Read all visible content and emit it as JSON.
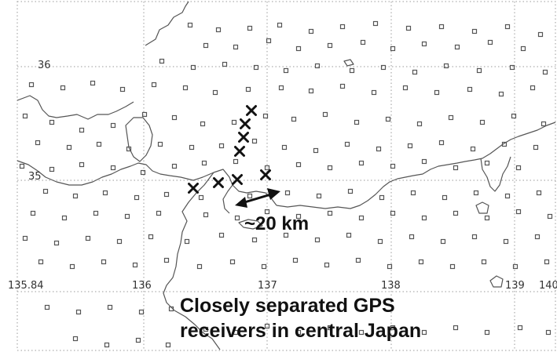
{
  "map": {
    "lat_labels": [
      "36",
      "35"
    ],
    "lon_labels": [
      "135.84",
      "136",
      "137",
      "138",
      "139",
      "140"
    ],
    "colors": {
      "coast": "#555555",
      "grid": "#9a9a9a",
      "station": "#555555",
      "cross": "#111111",
      "arrow": "#111111"
    }
  },
  "annotations": {
    "scale_label": "~20 km",
    "caption_line1": "Closely separated GPS",
    "caption_line2": "receivers in central Japan"
  }
}
